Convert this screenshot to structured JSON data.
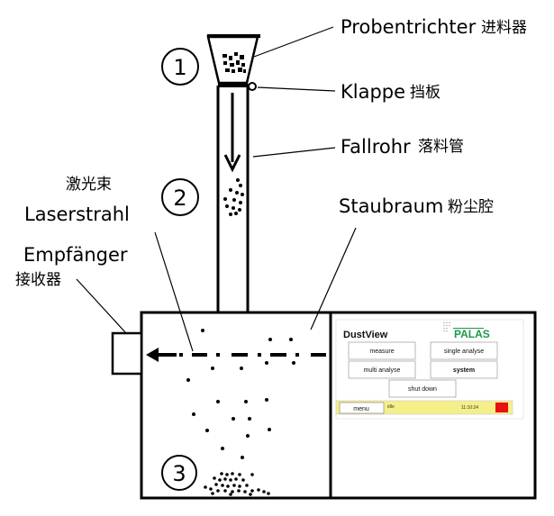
{
  "labels": {
    "hopper": {
      "de": "Probentrichter",
      "zh": "进料器"
    },
    "flap": {
      "de": "Klappe",
      "zh": "挡板"
    },
    "drop_tube": {
      "de": "Fallrohr",
      "zh": "落料管"
    },
    "laser": {
      "de": "Laserstrahl",
      "zh": "激光束"
    },
    "dust_chamber": {
      "de": "Staubraum",
      "zh": "粉尘腔"
    },
    "receiver": {
      "de": "Empfänger",
      "zh": "接收器"
    }
  },
  "stages": [
    "1",
    "2",
    "3"
  ],
  "screen": {
    "app_title": "DustView",
    "brand": "PALAS",
    "buttons": {
      "measure": "measure",
      "single_analyse": "single analyse",
      "multi_analyse": "multi analyse",
      "system": "system",
      "shut_down": "shut down"
    },
    "status_bar": {
      "menu": "menu",
      "status": "idle",
      "time": "11:10:24"
    },
    "colors": {
      "status_bar": "#f5ef8a",
      "indicator": "#e81010",
      "brand": "#1a9a4a"
    }
  }
}
